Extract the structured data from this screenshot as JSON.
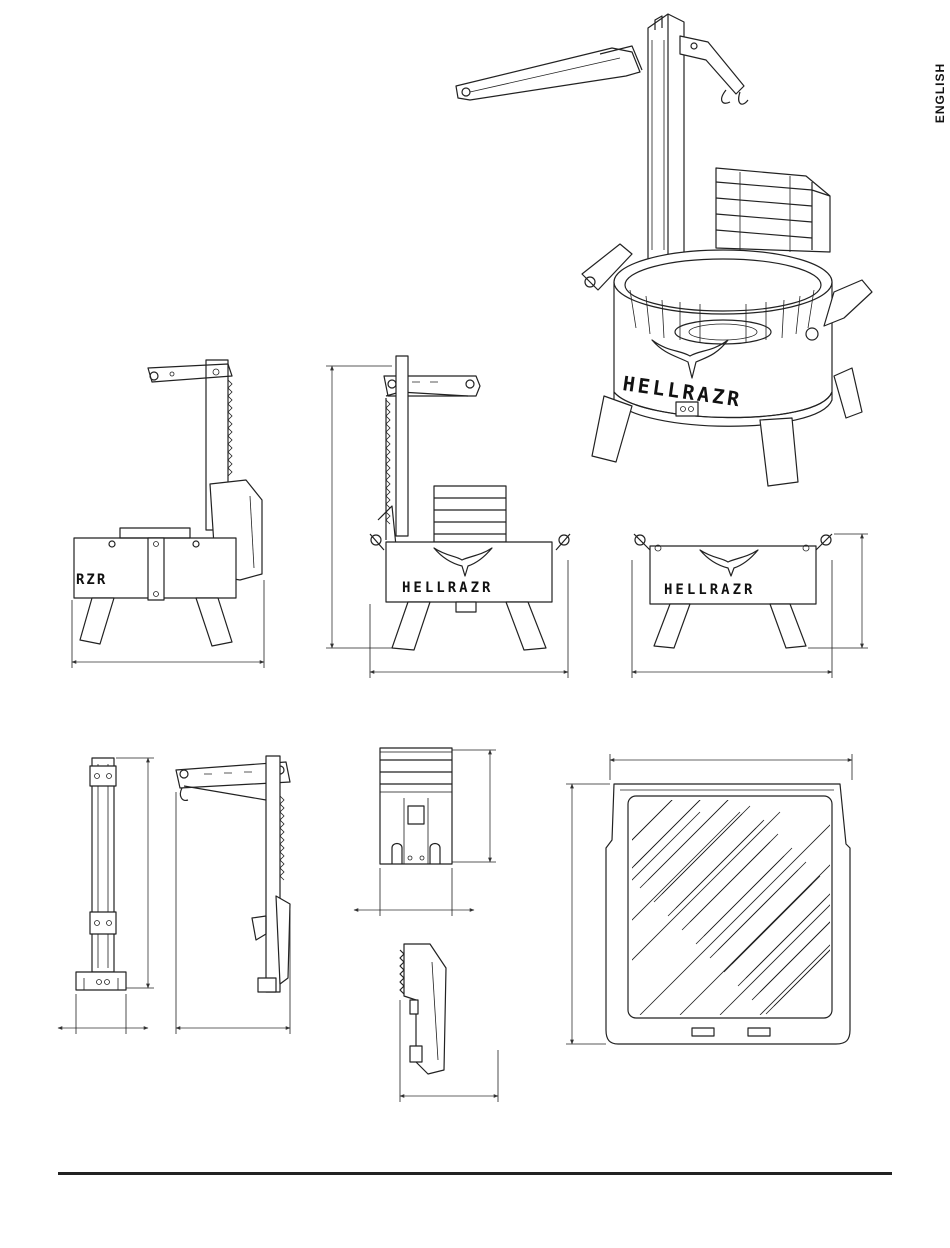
{
  "header": {
    "language_tab": "ENGLISH"
  },
  "product": {
    "brand_text": "HELLRAZR",
    "brand_partial_text": "RZR"
  },
  "colors": {
    "line": "#222222",
    "background": "#ffffff",
    "rule": "#222222"
  }
}
